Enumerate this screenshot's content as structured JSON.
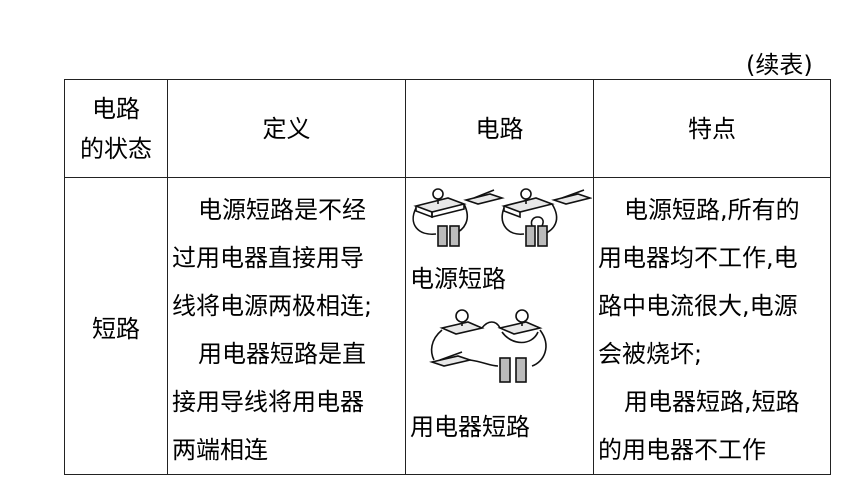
{
  "table_note": "(续表)",
  "headers": {
    "state_line1": "电路",
    "state_line2": "的状态",
    "definition": "定义",
    "circuit": "电路",
    "feature": "特点"
  },
  "row": {
    "state": "短路",
    "definition_lines": [
      "电源短路是不经",
      "过用电器直接用导",
      "线将电源两极相连;",
      "用电器短路是直",
      "接用导线将用电器",
      "两端相连"
    ],
    "circuit_labels": {
      "source_short": "电源短路",
      "appliance_short": "用电器短路"
    },
    "feature_lines": [
      "电源短路,所有的",
      "用电器均不工作,电",
      "路中电流很大,电源",
      "会被烧坏;",
      "用电器短路,短路",
      "的用电器不工作"
    ]
  }
}
